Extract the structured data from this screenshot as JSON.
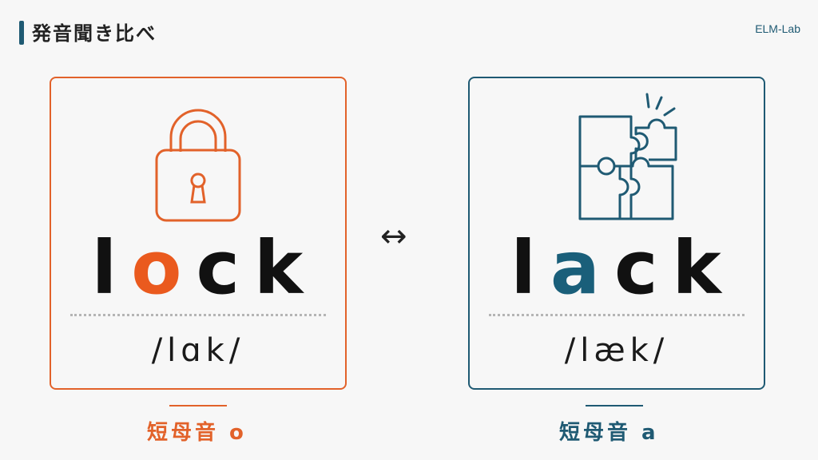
{
  "header": {
    "title": "発音聞き比べ",
    "brand": "ELM-Lab"
  },
  "arrow": "↔",
  "left_card": {
    "word_pre": "l",
    "word_vowel": "o",
    "word_post": "ck",
    "ipa": "/lɑk/",
    "caption": "短母音 o",
    "icon": "padlock-icon",
    "color": "#e2622a"
  },
  "right_card": {
    "word_pre": "l",
    "word_vowel": "a",
    "word_post": "ck",
    "ipa": "/læk/",
    "caption": "短母音 a",
    "icon": "puzzle-missing-piece-icon",
    "color": "#1f5a73"
  }
}
